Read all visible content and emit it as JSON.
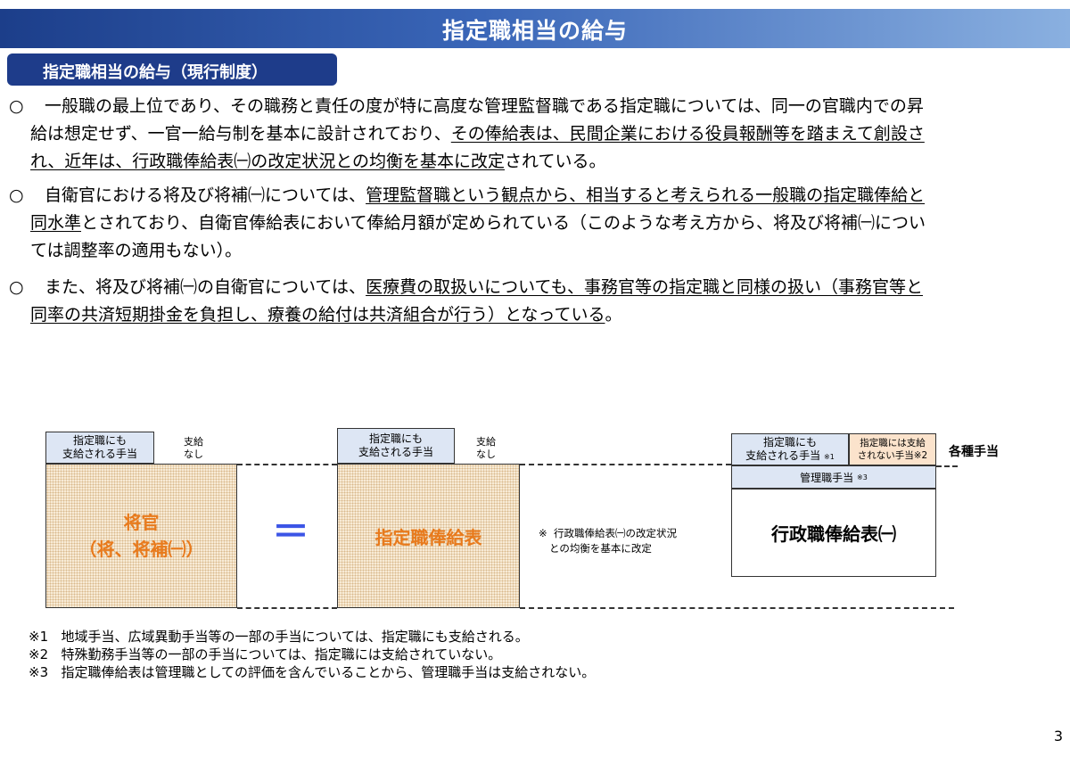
{
  "header": {
    "title": "指定職相当の給与"
  },
  "section": {
    "label": "指定職相当の給与（現行制度）"
  },
  "bullet": "○",
  "paragraphs": {
    "p1": {
      "l1": "一般職の最上位であり、その職務と責任の度が特に高度な管理監督職である指定職については、同一の官職内での昇",
      "l2a": "給は想定せず、一官一給与制を基本に設計されており、",
      "l2u": "その俸給表は、民間企業における役員報酬等を踏まえて創設さ",
      "l3u": "れ、近年は、行政職俸給表㈠の改定状況との均衡を基本に改定",
      "l3b": "されている。"
    },
    "p2": {
      "l1a": "自衛官における将及び将補㈠については、",
      "l1u": "管理監督職という観点から、相当すると考えられる一般職の指定職俸給と",
      "l2u": "同水準",
      "l2b": "とされており、自衛官俸給表において俸給月額が定められている（このような考え方から、将及び将補㈠につい",
      "l3": "ては調整率の適用もない）。"
    },
    "p3": {
      "l1a": "また、将及び将補㈠の自衛官については、",
      "l1u": "医療費の取扱いについても、事務官等の指定職と同様の扱い（事務官等と",
      "l2u": "同率の共済短期掛金を負担し、療養の給付は共済組合が行う）となっている",
      "l2b": "。"
    }
  },
  "diagram": {
    "left": {
      "hdr1": "指定職にも",
      "hdr2": "支給される手当",
      "nopay1": "支給",
      "nopay2": "なし",
      "main1": "将官",
      "main2": "（将、将補㈠）"
    },
    "equals": "＝",
    "middle": {
      "hdr1": "指定職にも",
      "hdr2": "支給される手当",
      "nopay1": "支給",
      "nopay2": "なし",
      "main": "指定職俸給表"
    },
    "note": {
      "mark": "※",
      "l1": "行政職俸給表㈠の改定状況",
      "l2": "との均衡を基本に改定"
    },
    "right": {
      "hdr_a1": "指定職にも",
      "hdr_a2": "支給される手当",
      "hdr_a_note": "※1",
      "hdr_b1": "指定職には支給",
      "hdr_b2": "されない手当※2",
      "mgmt": "管理職手当",
      "mgmt_note": "※3",
      "main": "行政職俸給表㈠",
      "side": "各種手当"
    }
  },
  "footnotes": [
    {
      "mark": "※1",
      "text": "地域手当、広域異動手当等の一部の手当については、指定職にも支給される。"
    },
    {
      "mark": "※2",
      "text": "特殊勤務手当等の一部の手当については、指定職には支給されていない。"
    },
    {
      "mark": "※3",
      "text": "指定職俸給表は管理職としての評価を含んでいることから、管理職手当は支給されない。"
    }
  ],
  "page_number": "3",
  "colors": {
    "title_bar": "#1c3e8a",
    "section_tab": "#1e3c8a",
    "accent_orange": "#e87a1c",
    "equals": "#3c55e6",
    "header_cell": "#dde6f4"
  }
}
